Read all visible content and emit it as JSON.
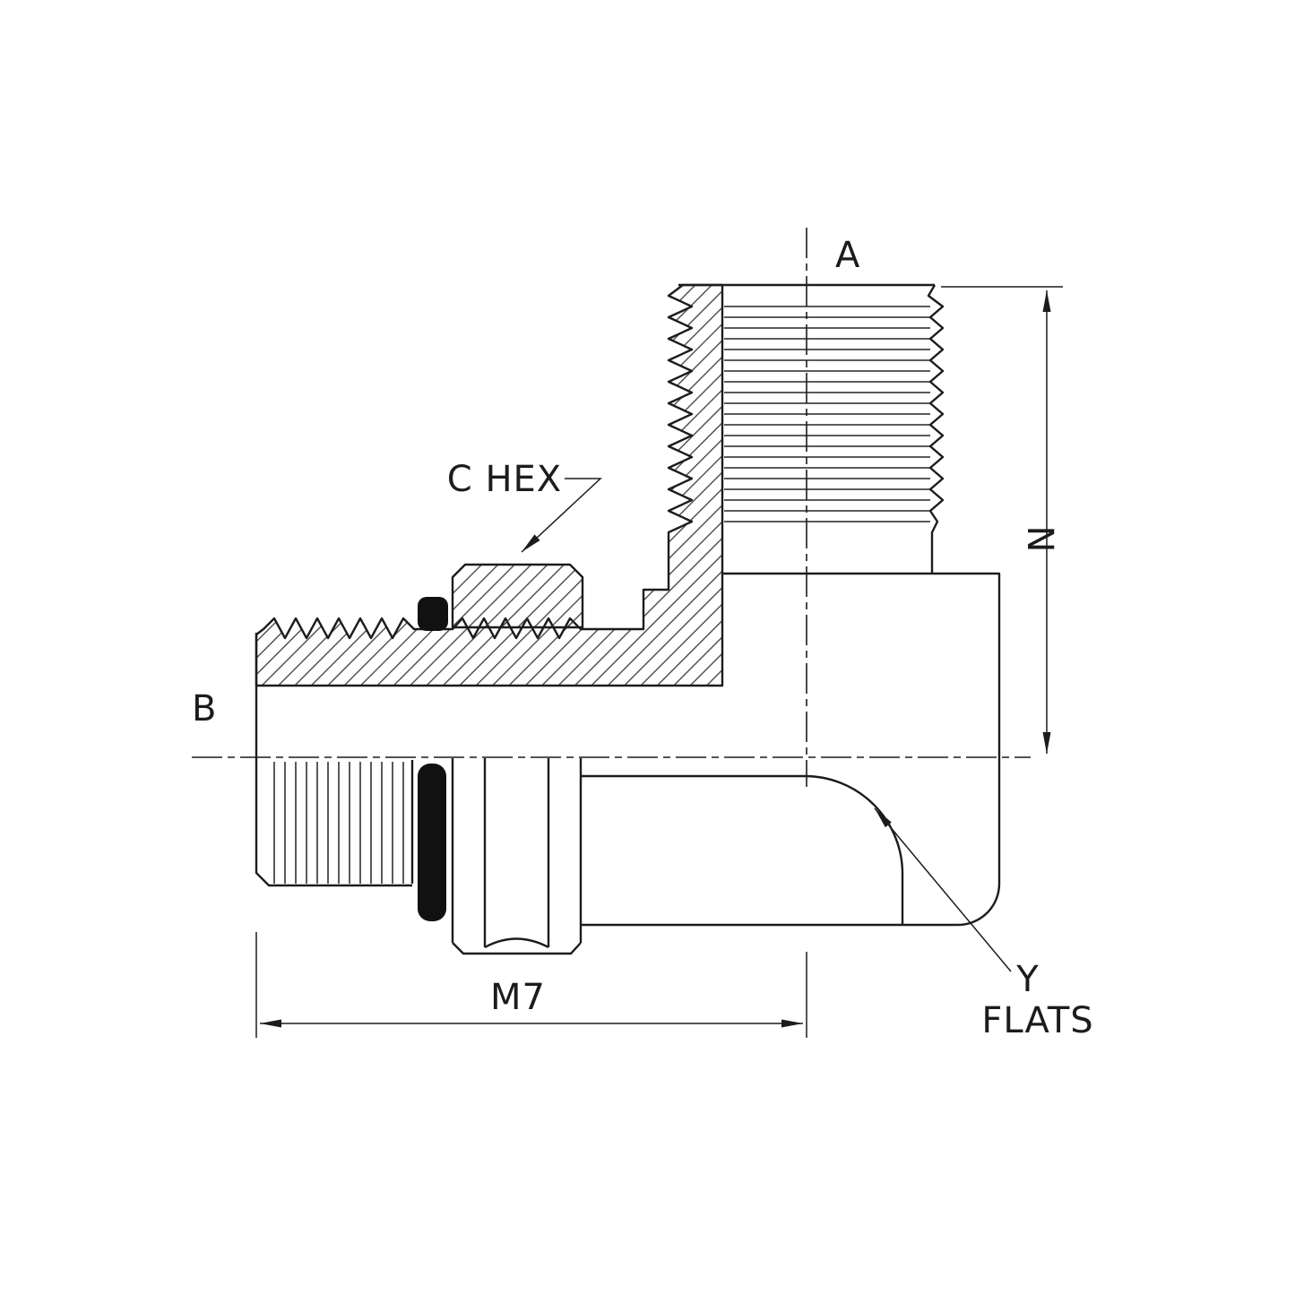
{
  "drawing": {
    "labels": {
      "port_a": "A",
      "port_b": "B",
      "hex": "C HEX",
      "dim_n": "N",
      "dim_m7": "M7",
      "flats_y": "Y",
      "flats": "FLATS"
    },
    "colors": {
      "line": "#1c1c1c",
      "background": "#ffffff"
    }
  }
}
